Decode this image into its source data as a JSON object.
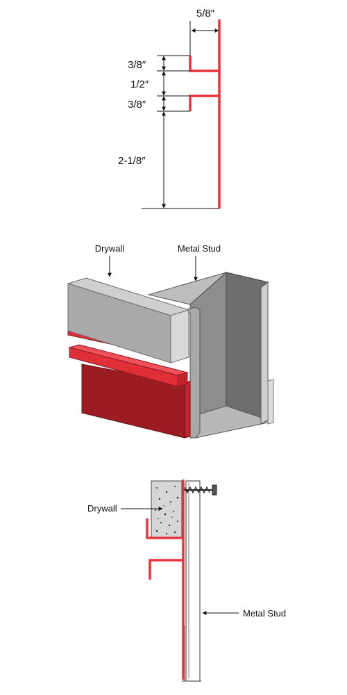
{
  "profile_dims": {
    "width": "5/8″",
    "top_lip": "3/8″",
    "gap": "1/2″",
    "bottom_lip": "3/8″",
    "base": "2-1/8″"
  },
  "iso_view": {
    "drywall_label": "Drywall",
    "stud_label": "Metal Stud"
  },
  "section_view": {
    "drywall_label": "Drywall",
    "stud_label": "Metal Stud"
  },
  "colors": {
    "trim_red": "#e8323c",
    "trim_dark_red": "#9b1c22",
    "drywall_gray": "#a9a9a9",
    "stud_gray": "#8a8a8a"
  }
}
